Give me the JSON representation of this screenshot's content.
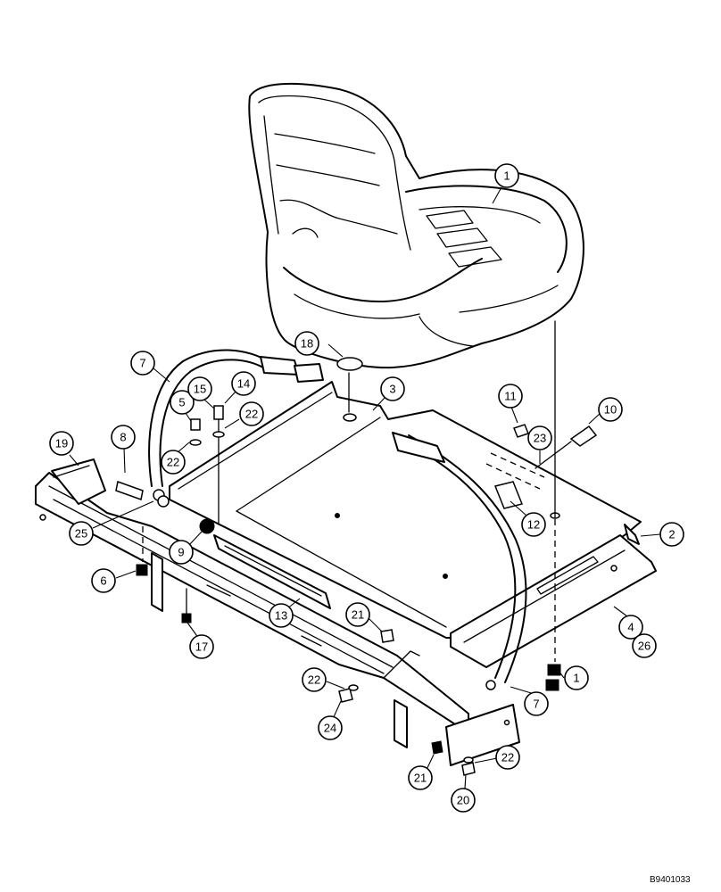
{
  "callouts": [
    {
      "id": "c1a",
      "label": "1"
    },
    {
      "id": "c1b",
      "label": "1"
    },
    {
      "id": "c2",
      "label": "2"
    },
    {
      "id": "c3",
      "label": "3"
    },
    {
      "id": "c4",
      "label": "4"
    },
    {
      "id": "c5",
      "label": "5"
    },
    {
      "id": "c6",
      "label": "6"
    },
    {
      "id": "c7a",
      "label": "7"
    },
    {
      "id": "c7b",
      "label": "7"
    },
    {
      "id": "c8",
      "label": "8"
    },
    {
      "id": "c9",
      "label": "9"
    },
    {
      "id": "c10",
      "label": "10"
    },
    {
      "id": "c11",
      "label": "11"
    },
    {
      "id": "c12",
      "label": "12"
    },
    {
      "id": "c13",
      "label": "13"
    },
    {
      "id": "c14",
      "label": "14"
    },
    {
      "id": "c15",
      "label": "15"
    },
    {
      "id": "c17",
      "label": "17"
    },
    {
      "id": "c18",
      "label": "18"
    },
    {
      "id": "c19",
      "label": "19"
    },
    {
      "id": "c20",
      "label": "20"
    },
    {
      "id": "c21a",
      "label": "21"
    },
    {
      "id": "c21b",
      "label": "21"
    },
    {
      "id": "c22a",
      "label": "22"
    },
    {
      "id": "c22b",
      "label": "22"
    },
    {
      "id": "c22c",
      "label": "22"
    },
    {
      "id": "c22d",
      "label": "22"
    },
    {
      "id": "c23",
      "label": "23"
    },
    {
      "id": "c24",
      "label": "24"
    },
    {
      "id": "c25",
      "label": "25"
    },
    {
      "id": "c26",
      "label": "26"
    }
  ],
  "reference_code": "B9401033"
}
